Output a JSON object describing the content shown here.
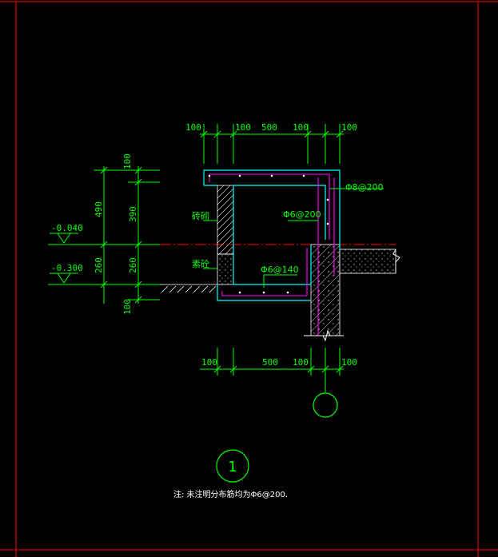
{
  "colors": {
    "background": "#000000",
    "frame": "#ff0000",
    "dimension": "#00ff00",
    "slab_outline": "#00ffff",
    "rebar": "#ff00ff",
    "centerline": "#ff0000",
    "hatch": "#ffffff"
  },
  "dimensions": {
    "top_row": [
      "100",
      "100",
      "500",
      "100",
      "100"
    ],
    "bottom_row": [
      "100",
      "500",
      "100",
      "100"
    ],
    "left_outer": [
      "490",
      "260",
      "100"
    ],
    "left_inner": [
      "100",
      "390",
      "260"
    ]
  },
  "elevations": [
    "-0.040",
    "-0.300"
  ],
  "labels": {
    "brick_wall": "砖砌",
    "material": "素砼",
    "rebar_top": "Φ8@200",
    "rebar_side": "Φ6@200",
    "rebar_bottom": "Φ6@140"
  },
  "detail_mark": "1",
  "note": "注: 未注明分布筋均为Φ6@200."
}
